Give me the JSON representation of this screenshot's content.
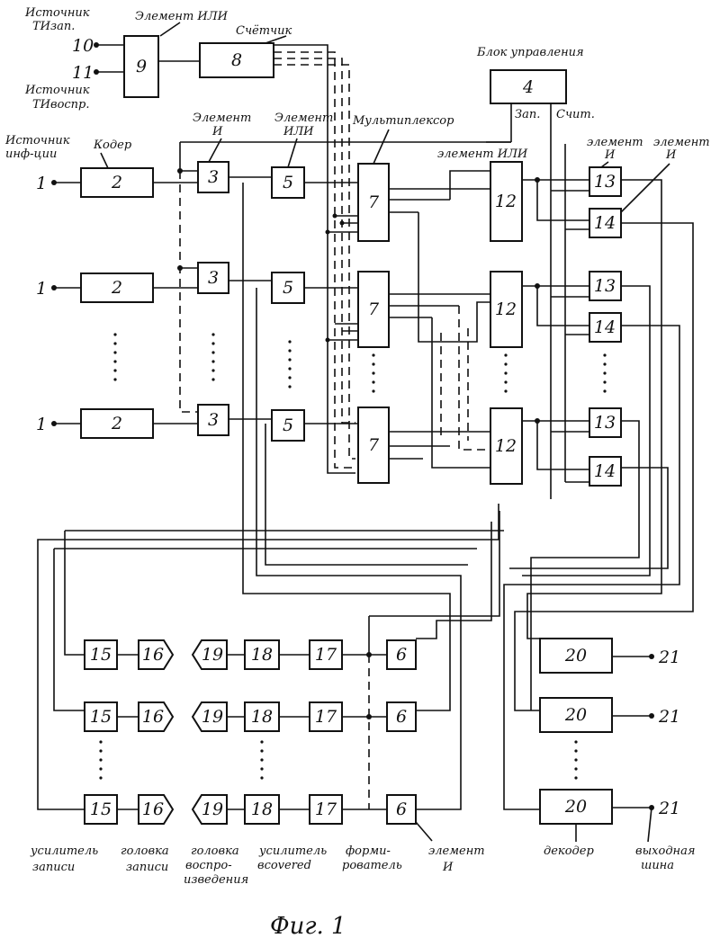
{
  "labels": {
    "src10": [
      "Источник",
      "ТИзап."
    ],
    "src11": [
      "Источник",
      "ТИвоспр."
    ],
    "or9": "Элемент ИЛИ",
    "counter": "Счётчик",
    "ctrl": "Блок управления",
    "zap": "Зап.",
    "schit": "Счит.",
    "src_info": [
      "Источник",
      "инф-ции"
    ],
    "coder": "Кодер",
    "and3": [
      "Элемент",
      "И"
    ],
    "or5": [
      "Элемент",
      "ИЛИ"
    ],
    "mux": "Мультиплексор",
    "or12": "элемент ИЛИ",
    "and13": [
      "элемент",
      "И"
    ],
    "and14": [
      "элемент",
      "И"
    ],
    "rec_amp": [
      "усилитель",
      "записи"
    ],
    "rec_head": [
      "головка",
      "записи"
    ],
    "play_head": [
      "головка",
      "воспро-",
      "изведения"
    ],
    "play_amp": [
      "усилитель",
      "вcovered"
    ],
    "shaper": [
      "форми-",
      "рователь"
    ],
    "and6": [
      "элемент",
      "И"
    ],
    "decoder": "декодер",
    "out_bus": [
      "выходная",
      "шина"
    ],
    "caption": "Фиг. 1"
  },
  "blocks": {
    "b10": "10",
    "b11": "11",
    "b9": "9",
    "b8": "8",
    "b4": "4",
    "b1": "1",
    "b2": "2",
    "b3": "3",
    "b5": "5",
    "b7": "7",
    "b12": "12",
    "b13": "13",
    "b14": "14",
    "b15": "15",
    "b16": "16",
    "b19": "19",
    "b18": "18",
    "b17": "17",
    "b6": "6",
    "b20": "20",
    "b21": "21"
  }
}
